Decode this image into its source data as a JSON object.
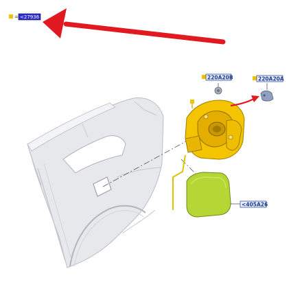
{
  "legend": {
    "equals": "=",
    "code": "<27936"
  },
  "callouts": [
    {
      "id": "220a20b",
      "text": "220A20B"
    },
    {
      "id": "220a20a",
      "text": "220A20A"
    },
    {
      "id": "405a26",
      "text": "<405A26"
    }
  ],
  "colors": {
    "callout_marker": "#f2c200",
    "legend_box": "#2b2bd6",
    "highlight_arrow": "#e11a22",
    "flap_green": "#b5d634",
    "housing_yellow": "#f5c400",
    "leader_line": "#d8b400",
    "body_panel": "#e4e6ea"
  }
}
